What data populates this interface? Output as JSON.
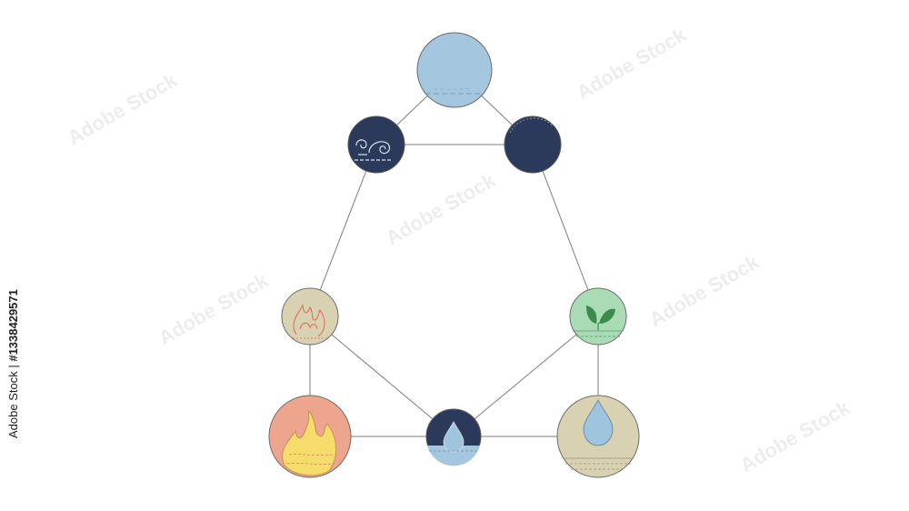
{
  "watermark": {
    "stock_label": "Adobe Stock",
    "id_label": "#1338429571"
  },
  "colors": {
    "edge": "#7d7d7d",
    "outline": "#6b6b6b",
    "navy": "#2b3a5a",
    "sky": "#a4c6de",
    "sand": "#d9d2b2",
    "salmon": "#eea58e",
    "flame_yellow": "#f6dc6b",
    "flame_line": "#d97a62",
    "mint": "#a9dcb5",
    "leaf": "#3c8a4e",
    "drop": "#9fc4de"
  },
  "nodes": [
    {
      "id": "top-sky",
      "icon": "sky-circle-icon"
    },
    {
      "id": "air",
      "icon": "wind-swirl-icon"
    },
    {
      "id": "night",
      "icon": "dark-orb-icon"
    },
    {
      "id": "small-fire",
      "icon": "small-flame-icon"
    },
    {
      "id": "plant",
      "icon": "sprout-icon"
    },
    {
      "id": "big-fire",
      "icon": "large-flame-icon"
    },
    {
      "id": "water",
      "icon": "water-drop-dark-icon"
    },
    {
      "id": "earth-water",
      "icon": "water-drop-sand-icon"
    }
  ]
}
